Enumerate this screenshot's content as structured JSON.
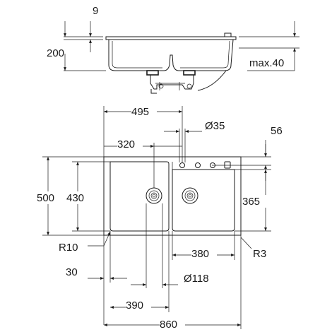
{
  "dimensions": {
    "top_thickness": "9",
    "depth": "200",
    "max_thickness": "max.40",
    "left_bowl_width": "495",
    "tap_hole": "Ø35",
    "right_offset": "56",
    "bowl_spacing": "320",
    "overall_depth": "500",
    "bowl_depth": "430",
    "right_bowl_depth": "365",
    "corner_radius_left": "R10",
    "right_bowl_width": "380",
    "corner_radius_right": "R3",
    "edge_offset": "30",
    "drain": "Ø118",
    "left_bowl_inner": "390",
    "overall_width": "860"
  },
  "colors": {
    "line": "#1a1a1a",
    "background": "#ffffff"
  }
}
